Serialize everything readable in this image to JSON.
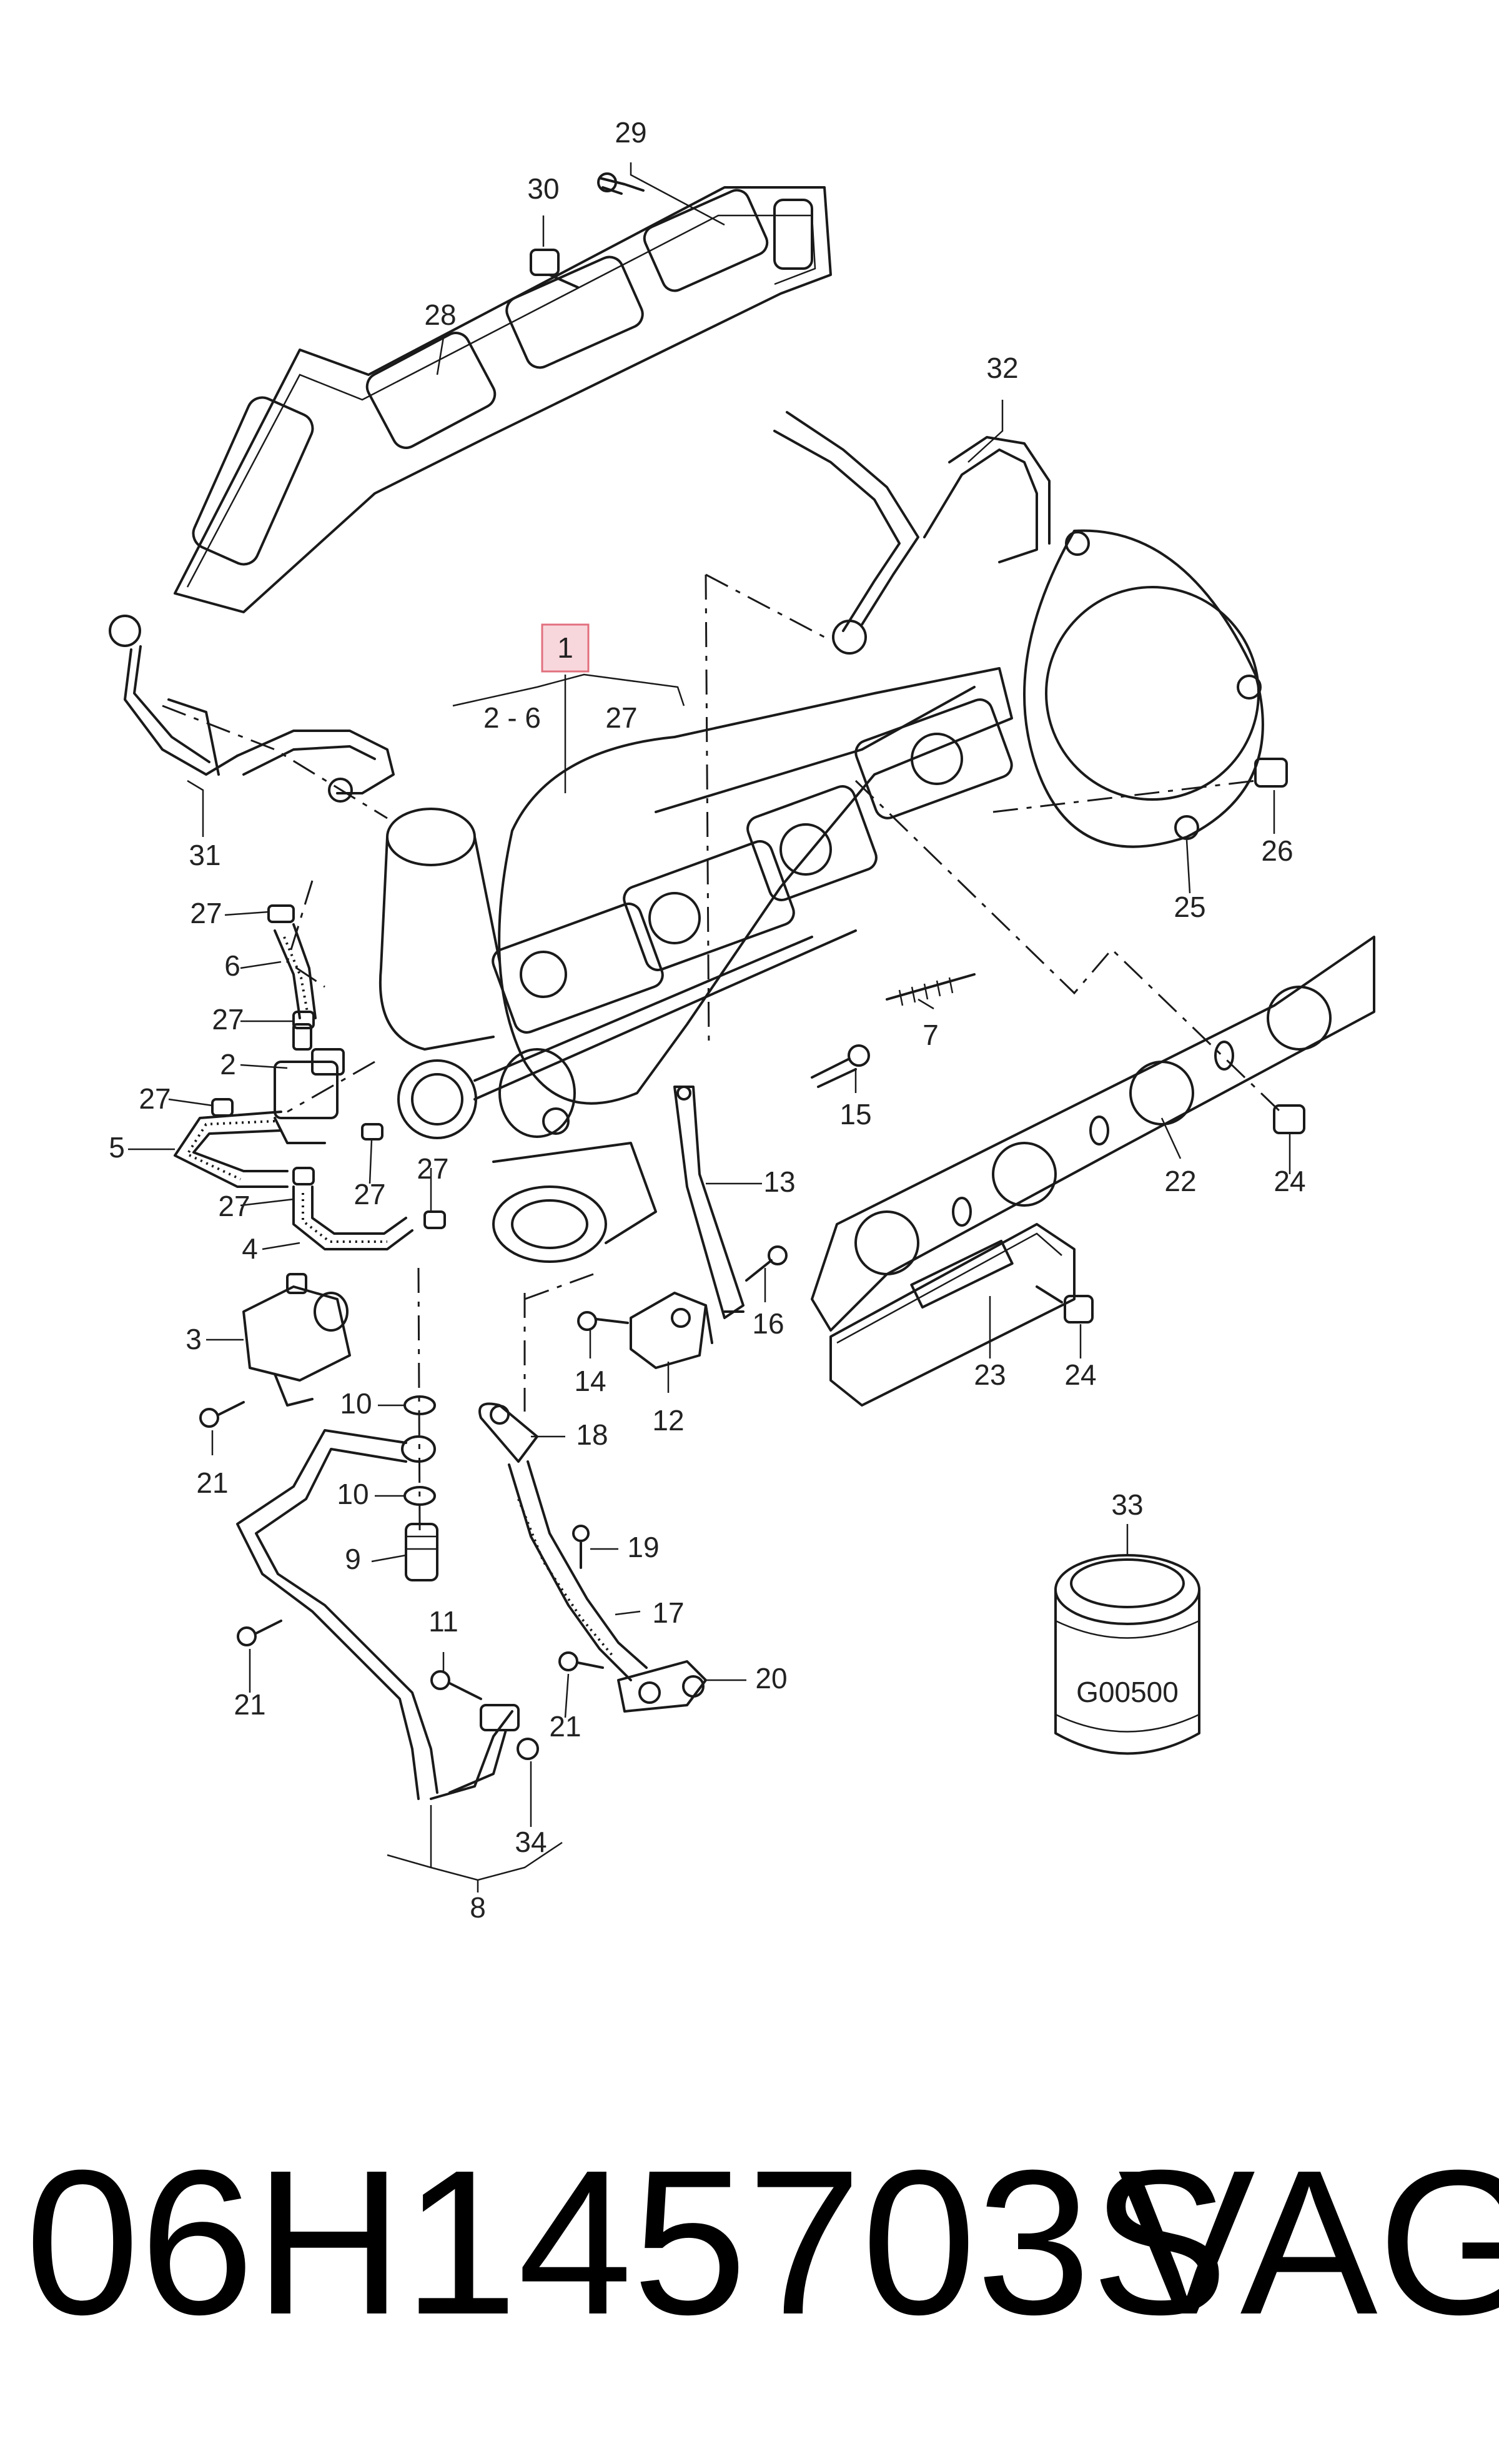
{
  "callouts": {
    "c1": "1",
    "c2_6": "2 - 6",
    "c27_top": "27",
    "c2": "2",
    "c3": "3",
    "c4": "4",
    "c5": "5",
    "c6": "6",
    "c7": "7",
    "c8": "8",
    "c9": "9",
    "c10a": "10",
    "c10b": "10",
    "c11": "11",
    "c12": "12",
    "c13": "13",
    "c14": "14",
    "c15": "15",
    "c16": "16",
    "c17": "17",
    "c18": "18",
    "c19": "19",
    "c20": "20",
    "c21a": "21",
    "c21b": "21",
    "c21c": "21",
    "c22": "22",
    "c23": "23",
    "c24a": "24",
    "c24b": "24",
    "c25": "25",
    "c26": "26",
    "c27a": "27",
    "c27b": "27",
    "c27c": "27",
    "c27d": "27",
    "c27e": "27",
    "c27f": "27",
    "c28": "28",
    "c29": "29",
    "c30": "30",
    "c31": "31",
    "c32": "32",
    "c33": "33",
    "c34": "34"
  },
  "can_label": "G00500",
  "part_number": "06H145703S",
  "brand": "VAG",
  "colors": {
    "highlight_fill": "#f8d7dc",
    "highlight_stroke": "#e2707e",
    "line": "#1a1a1a"
  }
}
